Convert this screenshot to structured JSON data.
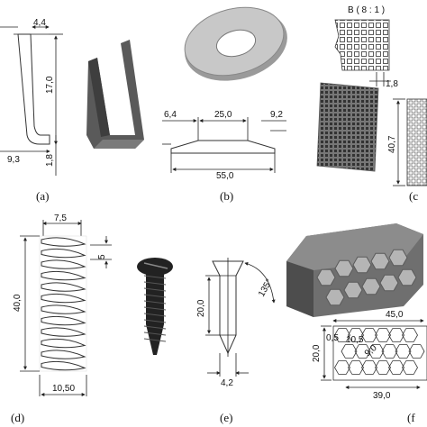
{
  "panels": {
    "a": {
      "label": "(a)",
      "dims": {
        "top": "4,4",
        "height": "17,0",
        "bottom": "9,3",
        "thickness": "1,8"
      }
    },
    "b": {
      "label": "(b)",
      "dims": {
        "left": "6,4",
        "inner": "25,0",
        "right": "9,2",
        "outer": "55,0"
      }
    },
    "c": {
      "label": "(c",
      "dims": {
        "detail": "B ( 8 : 1 )",
        "pitch": "1,8",
        "size": "40,7"
      }
    },
    "d": {
      "label": "(d)",
      "dims": {
        "top": "7,5",
        "pitch": "5",
        "length": "40,0",
        "bottom": "10,50"
      }
    },
    "e": {
      "label": "(e)",
      "dims": {
        "length": "20,0",
        "angle": "135°",
        "diameter": "4,2"
      }
    },
    "f": {
      "label": "(f",
      "dims": {
        "width": "45,0",
        "height": "20,0",
        "wall": "0,5",
        "cell": "10,5",
        "side": "9,0",
        "inner": "39,0"
      }
    }
  },
  "colors": {
    "dark_part": "#555555",
    "mid_part": "#8a8a8a",
    "light_part": "#c8c8c8",
    "line": "#222222"
  }
}
